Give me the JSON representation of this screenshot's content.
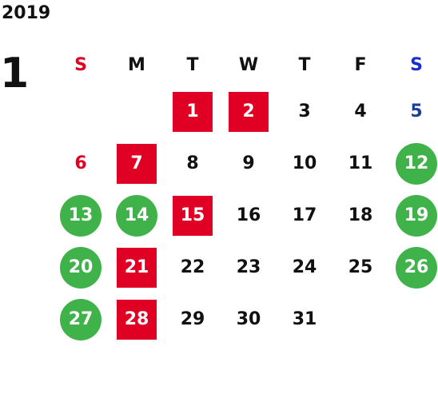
{
  "calendar": {
    "year": "2019",
    "month": "1",
    "weekdays": [
      "S",
      "M",
      "T",
      "W",
      "T",
      "F",
      "S"
    ],
    "weeks": [
      [
        {
          "label": ""
        },
        {
          "label": ""
        },
        {
          "label": "1",
          "style": "red-box"
        },
        {
          "label": "2",
          "style": "red-box"
        },
        {
          "label": "3"
        },
        {
          "label": "4"
        },
        {
          "label": "5",
          "style": "blue-text"
        }
      ],
      [
        {
          "label": "6",
          "style": "red-text"
        },
        {
          "label": "7",
          "style": "red-box"
        },
        {
          "label": "8"
        },
        {
          "label": "9"
        },
        {
          "label": "10"
        },
        {
          "label": "11"
        },
        {
          "label": "12",
          "style": "green-circle"
        }
      ],
      [
        {
          "label": "13",
          "style": "green-circle"
        },
        {
          "label": "14",
          "style": "green-circle"
        },
        {
          "label": "15",
          "style": "red-box"
        },
        {
          "label": "16"
        },
        {
          "label": "17"
        },
        {
          "label": "18"
        },
        {
          "label": "19",
          "style": "green-circle"
        }
      ],
      [
        {
          "label": "20",
          "style": "green-circle"
        },
        {
          "label": "21",
          "style": "red-box"
        },
        {
          "label": "22"
        },
        {
          "label": "23"
        },
        {
          "label": "24"
        },
        {
          "label": "25"
        },
        {
          "label": "26",
          "style": "green-circle"
        }
      ],
      [
        {
          "label": "27",
          "style": "green-circle"
        },
        {
          "label": "28",
          "style": "red-box"
        },
        {
          "label": "29"
        },
        {
          "label": "30"
        },
        {
          "label": "31"
        },
        {
          "label": ""
        },
        {
          "label": ""
        }
      ]
    ],
    "colors": {
      "red": "#e00023",
      "green": "#3fb24a",
      "blue_text": "#1a3f9a",
      "blue_header": "#1a2ecb",
      "text": "#111111"
    }
  }
}
